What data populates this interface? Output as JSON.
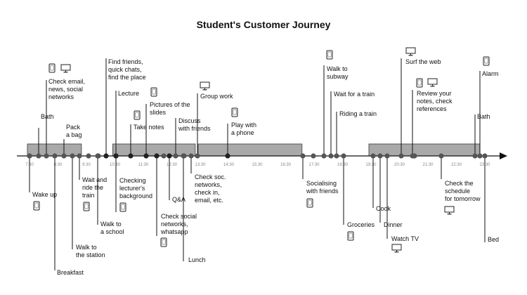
{
  "title": "Student's Customer Journey",
  "timeline": {
    "ticks": [
      "7:30",
      "8:30",
      "9:30",
      "10:30",
      "11:30",
      "12:30",
      "13:30",
      "14:30",
      "15:30",
      "16:30",
      "17:30",
      "18:30",
      "19:30",
      "20:30",
      "21:30",
      "22:30",
      "23:30"
    ]
  },
  "blocks": [
    {
      "from": "7:30",
      "to": "9:15"
    },
    {
      "from": "10:30",
      "to": "13:15"
    },
    {
      "from": "13:30",
      "to": "17:00"
    },
    {
      "from": "19:30",
      "to": "23:15"
    }
  ],
  "events": [
    {
      "label": "Bath",
      "icons": []
    },
    {
      "label": "Check email,\nnews, social\nnetworks",
      "icons": [
        "phone",
        "monitor"
      ]
    },
    {
      "label": "Pack\na bag",
      "icons": []
    },
    {
      "label": "Find friends,\nquick chats,\nfind the place",
      "icons": []
    },
    {
      "label": "Lecture",
      "icons": []
    },
    {
      "label": "Pictures of the\nslides",
      "icons": [
        "phone"
      ]
    },
    {
      "label": "Take notes",
      "icons": [
        "phone"
      ]
    },
    {
      "label": "Discuss\nwith friends",
      "icons": []
    },
    {
      "label": "Group work",
      "icons": [
        "monitor"
      ]
    },
    {
      "label": "Play with\na phone",
      "icons": [
        "phone"
      ]
    },
    {
      "label": "Walk to\nsubway",
      "icons": [
        "phone"
      ]
    },
    {
      "label": "Wait for a train",
      "icons": []
    },
    {
      "label": "Riding a train",
      "icons": []
    },
    {
      "label": "Surf the web",
      "icons": [
        "monitor"
      ]
    },
    {
      "label": "Review your\nnotes, check\nreferences",
      "icons": [
        "phone",
        "monitor"
      ]
    },
    {
      "label": "Alarm",
      "icons": [
        "phone"
      ]
    },
    {
      "label": "Bath",
      "icons": []
    },
    {
      "label": "Wake up",
      "icons": [
        "phone"
      ]
    },
    {
      "label": "Breakfast",
      "icons": []
    },
    {
      "label": "Walk to\nthe station",
      "icons": []
    },
    {
      "label": "Wait and\nride the\ntrain",
      "icons": [
        "phone"
      ]
    },
    {
      "label": "Walk to\na school",
      "icons": []
    },
    {
      "label": "Checking\nlecturer's\nbackground",
      "icons": [
        "phone"
      ]
    },
    {
      "label": "Check social\nnetworks,\nwhatsapp",
      "icons": [
        "phone"
      ]
    },
    {
      "label": "Q&A",
      "icons": []
    },
    {
      "label": "Lunch",
      "icons": []
    },
    {
      "label": "Check soc.\nnetworks,\ncheck in,\nemail, etc.",
      "icons": []
    },
    {
      "label": "Socialising\nwith friends",
      "icons": [
        "phone"
      ]
    },
    {
      "label": "Groceries",
      "icons": [
        "phone"
      ]
    },
    {
      "label": "Cook",
      "icons": []
    },
    {
      "label": "Dinner",
      "icons": []
    },
    {
      "label": "Watch TV",
      "icons": [
        "monitor"
      ]
    },
    {
      "label": "Check the\nschedule\nfor tomorrow",
      "icons": [
        "monitor"
      ]
    },
    {
      "label": "Bed",
      "icons": []
    }
  ]
}
